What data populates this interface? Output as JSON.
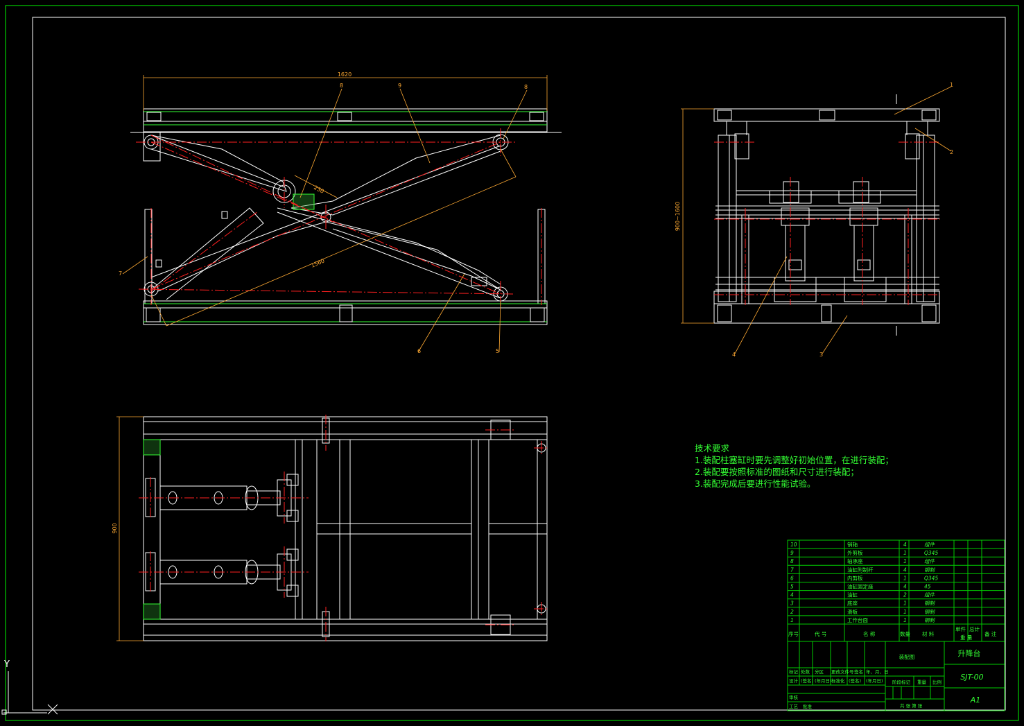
{
  "drawing": {
    "title": "升降台",
    "drawing_no": "SJT-00",
    "sheet_size": "A1",
    "drawing_type": "装配图",
    "colors": {
      "background": "#000000",
      "outline": "#ffffff",
      "centerline": "#ff2020",
      "dimension": "#ffaa33",
      "text": "#33ff33",
      "frame": "#00cc00"
    }
  },
  "dimensions": {
    "top_width": "1620",
    "pin_spacing": "230",
    "arm_length": "1560",
    "lift_range": "900~1600",
    "plan_width": "900"
  },
  "callouts": {
    "front_view": [
      "8",
      "9",
      "8",
      "7",
      "6",
      "5"
    ],
    "side_view": [
      "1",
      "2",
      "3",
      "4"
    ]
  },
  "tech_requirements": {
    "heading": "技术要求",
    "items": [
      "1.装配柱塞缸时要先调整好初始位置，在进行装配；",
      "2.装配要按照标准的图纸和尺寸进行装配；",
      "3.装配完成后要进行性能试验。"
    ]
  },
  "bom": {
    "rows": [
      {
        "no": "10",
        "code": "",
        "name": "销轴",
        "qty": "4",
        "material": "组件"
      },
      {
        "no": "9",
        "code": "",
        "name": "外剪板",
        "qty": "1",
        "material": "Q345"
      },
      {
        "no": "8",
        "code": "",
        "name": "轴承座",
        "qty": "1",
        "material": "组件"
      },
      {
        "no": "7",
        "code": "",
        "name": "油缸附制杆",
        "qty": "4",
        "material": "钢制"
      },
      {
        "no": "6",
        "code": "",
        "name": "内剪板",
        "qty": "1",
        "material": "Q345"
      },
      {
        "no": "5",
        "code": "",
        "name": "油缸固定座",
        "qty": "4",
        "material": "45"
      },
      {
        "no": "4",
        "code": "",
        "name": "油缸",
        "qty": "2",
        "material": "组件"
      },
      {
        "no": "3",
        "code": "",
        "name": "底座",
        "qty": "1",
        "material": "钢制"
      },
      {
        "no": "2",
        "code": "",
        "name": "滑板",
        "qty": "1",
        "material": "钢制"
      },
      {
        "no": "1",
        "code": "",
        "name": "工作台面",
        "qty": "1",
        "material": "钢制"
      }
    ],
    "headers": {
      "no": "序号",
      "code": "代 号",
      "name": "名 称",
      "qty": "数量",
      "material": "材 料",
      "unit": "单件",
      "total": "总计",
      "weight": "重 量",
      "remark": "备 注"
    }
  },
  "title_block": {
    "row1": [
      "标记",
      "处数",
      "分区",
      "更改文件号",
      "签名",
      "年、月、日"
    ],
    "row2": [
      "设计",
      "(签名)",
      "(年月日)",
      "标准化",
      "(签名)",
      "(年月日)"
    ],
    "stage": "阶段标记",
    "weight": "重量",
    "scale": "比例",
    "review": "审核",
    "process": "工艺",
    "approve": "批准",
    "sheets": "共 张 第 张"
  },
  "ucs": {
    "y_label": "Y",
    "x_label": "X"
  }
}
